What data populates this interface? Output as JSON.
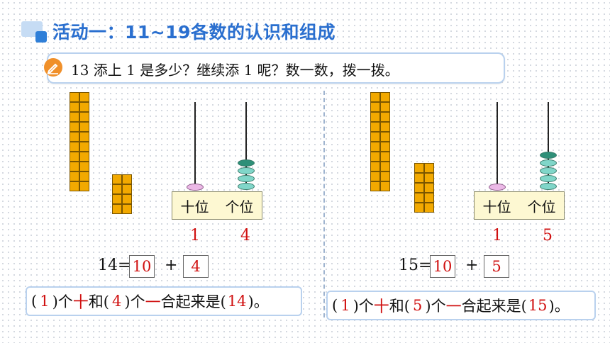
{
  "title": "活动一：11~19各数的认识和组成",
  "question": "13 添上 1 是多少？继续添 1 呢？数一数，拨一拨。",
  "abacus_labels": {
    "tens": "十位",
    "ones": "个位"
  },
  "panels": [
    {
      "tens_digit": "1",
      "ones_digit": "4",
      "ones_beads": 4,
      "equation_left": "14=",
      "box1": "10",
      "plus": "+",
      "box2": "4",
      "sentence": {
        "open1": "(",
        "tens_count": "1",
        "part1": ")个",
        "shi": "十",
        "he": "和(",
        "ones_count": "4",
        "part2": ")个",
        "yi": "一",
        "part3": "合起来是(",
        "total": "14",
        "close": ")。"
      }
    },
    {
      "tens_digit": "1",
      "ones_digit": "5",
      "ones_beads": 5,
      "equation_left": "15=",
      "box1": "10",
      "plus": "+",
      "box2": "5",
      "sentence": {
        "open1": "(",
        "tens_count": "1",
        "part1": ")个",
        "shi": "十",
        "he": "和(",
        "ones_count": "5",
        "part2": ")个",
        "yi": "一",
        "part3": "合起来是(",
        "total": "15",
        "close": ")。"
      }
    }
  ],
  "colors": {
    "title": "#2a6fcf",
    "answer": "#d01010",
    "cube": "#f2a900",
    "bead_top": "#2e8f78",
    "bead": "#80d6c9",
    "bead_pink": "#ebb8e6"
  }
}
